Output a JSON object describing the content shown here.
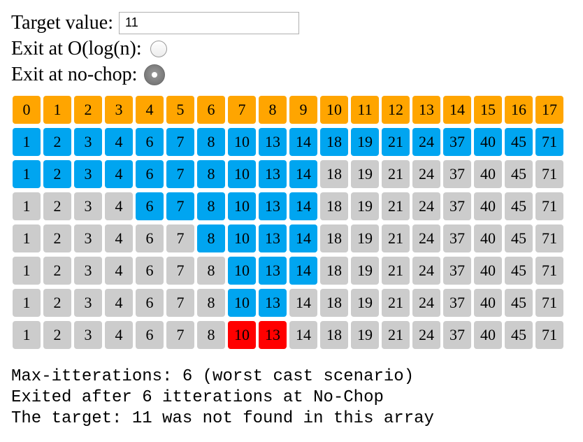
{
  "controls": {
    "target_label": "Target value:",
    "target_value": "11",
    "exit_log_label": "Exit at O(log(n):",
    "exit_log_checked": false,
    "exit_nochop_label": "Exit at no-chop:",
    "exit_nochop_checked": true
  },
  "colors": {
    "index": "#FFA500",
    "active": "#00A5F0",
    "inactive": "#CCCCCC",
    "final": "#FF0000"
  },
  "grid": {
    "index_row": [
      "0",
      "1",
      "2",
      "3",
      "4",
      "5",
      "6",
      "7",
      "8",
      "9",
      "10",
      "11",
      "12",
      "13",
      "14",
      "15",
      "16",
      "17"
    ],
    "values": [
      "1",
      "2",
      "3",
      "4",
      "6",
      "7",
      "8",
      "10",
      "13",
      "14",
      "18",
      "19",
      "21",
      "24",
      "37",
      "40",
      "45",
      "71"
    ],
    "iterations": [
      {
        "range": [
          0,
          17
        ],
        "state": "active"
      },
      {
        "range": [
          0,
          9
        ],
        "state": "active"
      },
      {
        "range": [
          4,
          9
        ],
        "state": "active"
      },
      {
        "range": [
          6,
          9
        ],
        "state": "active"
      },
      {
        "range": [
          7,
          9
        ],
        "state": "active"
      },
      {
        "range": [
          7,
          8
        ],
        "state": "active"
      },
      {
        "range": [
          7,
          8
        ],
        "state": "final"
      }
    ]
  },
  "output": {
    "line1": "Max-itterations: 6 (worst cast scenario)",
    "line2": "Exited after 6 itterations at No-Chop",
    "line3": "The target: 11 was not found in this array"
  }
}
